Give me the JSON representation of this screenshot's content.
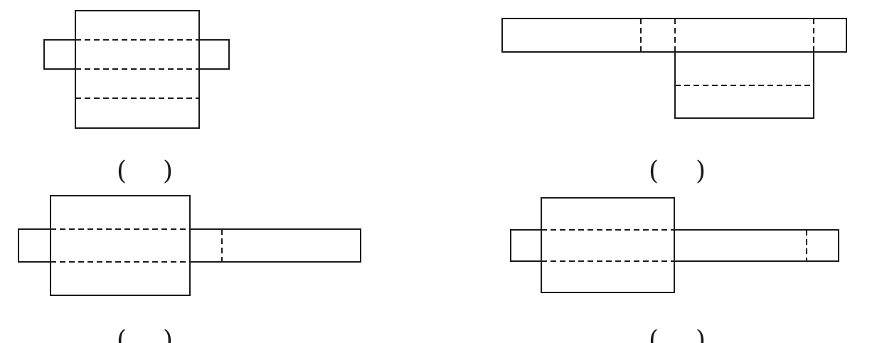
{
  "figure": {
    "description_items": [
      {
        "id": "net-a",
        "answer_blank": {
          "open": "(",
          "close": ")"
        }
      },
      {
        "id": "net-b",
        "answer_blank": {
          "open": "(",
          "close": ")"
        }
      },
      {
        "id": "net-c",
        "answer_blank": {
          "open": "(",
          "close": ")"
        }
      },
      {
        "id": "net-d",
        "answer_blank": {
          "open": "(",
          "close": ")"
        }
      }
    ]
  }
}
